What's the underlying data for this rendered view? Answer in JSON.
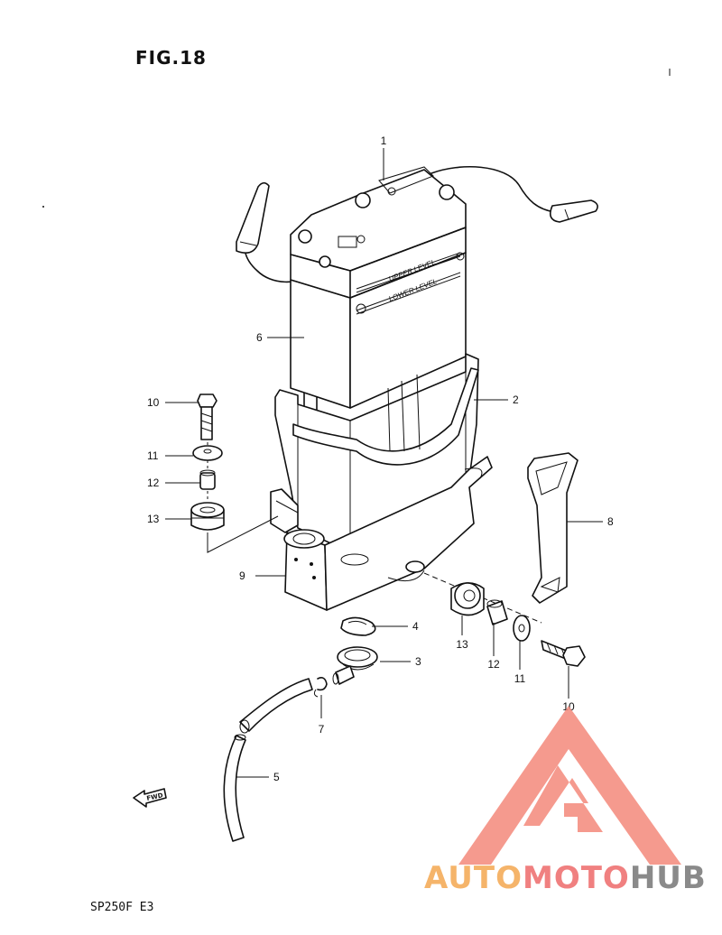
{
  "figure_title": "FIG.18",
  "model_code": "SP250F E3",
  "battery_markings": {
    "upper": "UPPER LEVEL",
    "lower": "LOWER LEVEL"
  },
  "fwd_label": "FWD",
  "callouts": [
    "1",
    "2",
    "3",
    "4",
    "5",
    "6",
    "7",
    "8",
    "9",
    "10",
    "11",
    "12",
    "13",
    "13",
    "12",
    "11",
    "10"
  ],
  "watermark": {
    "part1": "AUTO",
    "part2": "MOTO",
    "part3": "HUB",
    "colors": {
      "auto": "#f5b46a",
      "moto": "#f08080",
      "hub": "#8a8a8a",
      "logo": "#f4897b"
    }
  }
}
